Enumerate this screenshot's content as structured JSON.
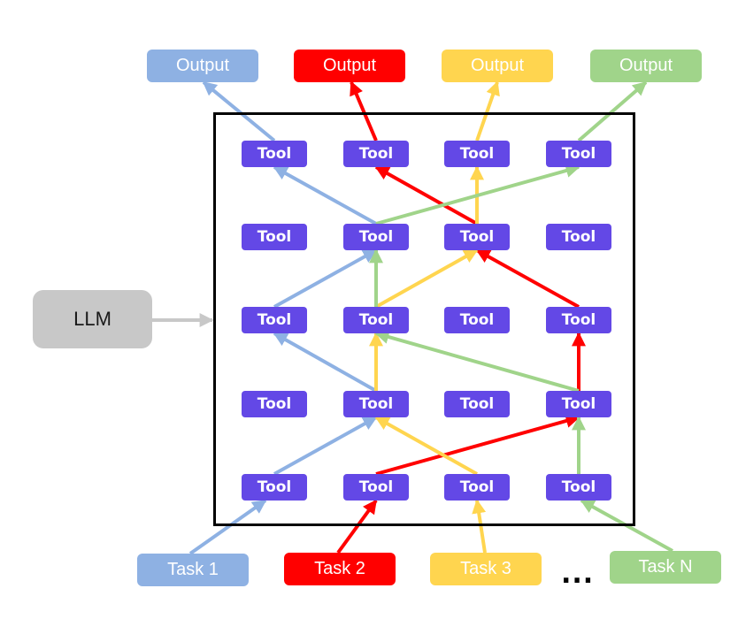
{
  "colors": {
    "tool": "#6348E6",
    "llm": "#C8C8C8",
    "llm_arrow": "#C8C8C8",
    "frame": "#000000",
    "series": [
      "#8EB1E3",
      "#FF0000",
      "#FFD54F",
      "#A0D48A"
    ]
  },
  "llm": {
    "label": "LLM",
    "icon": "llm-node"
  },
  "tool_label": "Tool",
  "grid": {
    "rows": 5,
    "cols": 4
  },
  "outputs": [
    {
      "label": "Output",
      "color": "#8EB1E3"
    },
    {
      "label": "Output",
      "color": "#FF0000"
    },
    {
      "label": "Output",
      "color": "#FFD54F"
    },
    {
      "label": "Output",
      "color": "#A0D48A"
    }
  ],
  "tasks": [
    {
      "label": "Task 1",
      "color": "#8EB1E3"
    },
    {
      "label": "Task 2",
      "color": "#FF0000"
    },
    {
      "label": "Task 3",
      "color": "#FFD54F"
    },
    {
      "label": "Task N",
      "color": "#A0D48A"
    }
  ],
  "ellipsis": "...",
  "paths": [
    {
      "name": "task-1-path",
      "color": "#8EB1E3",
      "tools": [
        [
          4,
          0
        ],
        [
          3,
          1
        ],
        [
          2,
          0
        ],
        [
          1,
          1
        ],
        [
          0,
          0
        ]
      ]
    },
    {
      "name": "task-2-path",
      "color": "#FF0000",
      "tools": [
        [
          4,
          1
        ],
        [
          3,
          3
        ],
        [
          2,
          3
        ],
        [
          1,
          2
        ],
        [
          0,
          1
        ]
      ]
    },
    {
      "name": "task-3-path",
      "color": "#FFD54F",
      "tools": [
        [
          4,
          2
        ],
        [
          3,
          1
        ],
        [
          2,
          1
        ],
        [
          1,
          2
        ],
        [
          0,
          2
        ]
      ]
    },
    {
      "name": "task-n-path",
      "color": "#A0D48A",
      "tools": [
        [
          4,
          3
        ],
        [
          3,
          3
        ],
        [
          2,
          1
        ],
        [
          1,
          1
        ],
        [
          0,
          3
        ]
      ]
    }
  ]
}
